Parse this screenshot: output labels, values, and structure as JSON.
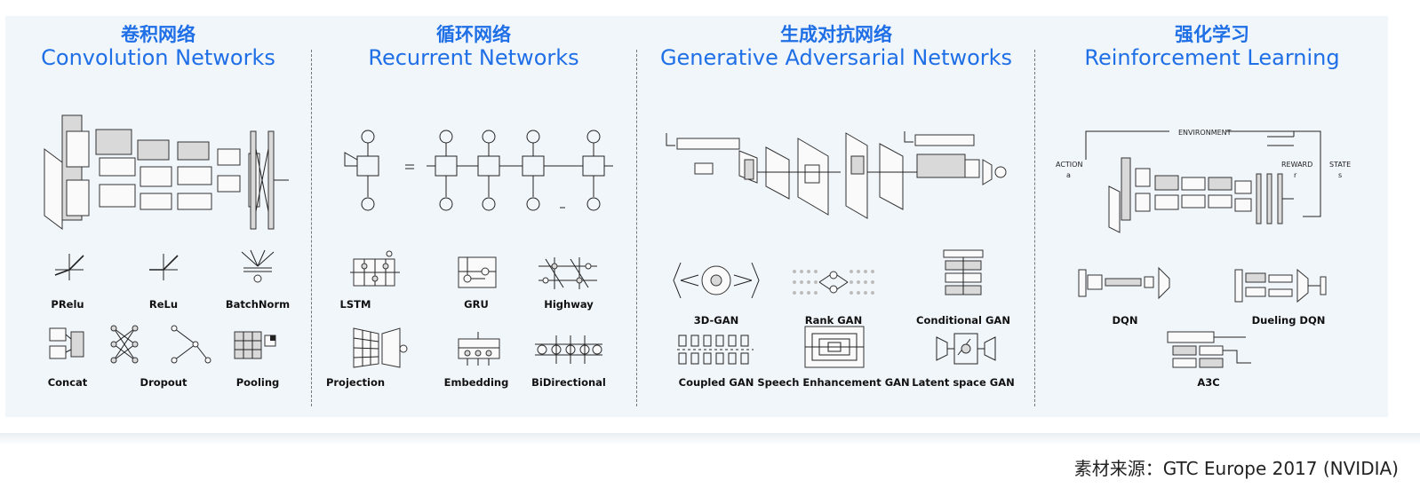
{
  "columns": [
    {
      "title_cn": "卷积网络",
      "title_en": "Convolution Networks",
      "items": [
        "PRelu",
        "ReLu",
        "BatchNorm",
        "Concat",
        "Dropout",
        "Pooling"
      ]
    },
    {
      "title_cn": "循环网络",
      "title_en": "Recurrent Networks",
      "items": [
        "LSTM",
        "GRU",
        "Highway",
        "Projection",
        "Embedding",
        "BiDirectional"
      ]
    },
    {
      "title_cn": "生成对抗网络",
      "title_en": "Generative Adversarial Networks",
      "items": [
        "3D-GAN",
        "Rank GAN",
        "Conditional GAN",
        "Coupled GAN",
        "Speech Enhancement GAN",
        "Latent space GAN"
      ]
    },
    {
      "title_cn": "强化学习",
      "title_en": "Reinforcement Learning",
      "items": [
        "DQN",
        "Dueling DQN",
        "A3C"
      ],
      "diagram": {
        "environment": "ENVIRONMENT",
        "action": "ACTION",
        "action_var": "a",
        "reward": "REWARD",
        "reward_var": "r",
        "state": "STATE",
        "state_var": "s"
      }
    }
  ],
  "source": "素材来源：GTC Europe 2017 (NVIDIA)",
  "colors": {
    "title": "#1f6fe6",
    "panel": "#f1f6fb",
    "separator": "#6f757b"
  }
}
